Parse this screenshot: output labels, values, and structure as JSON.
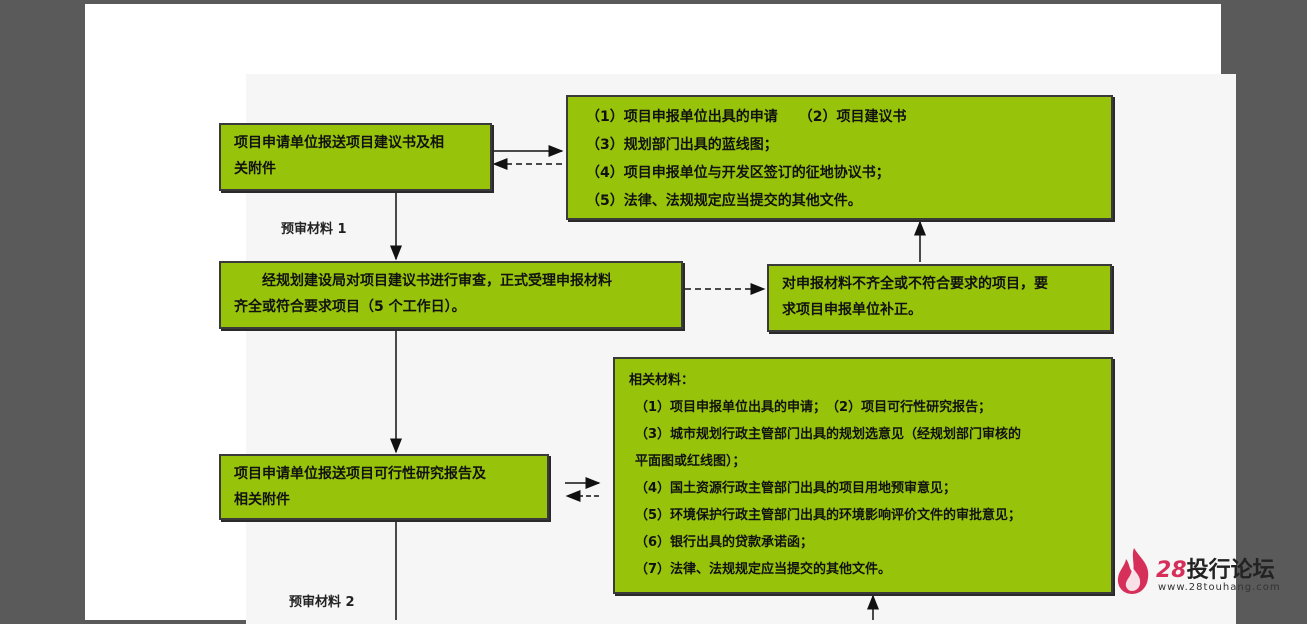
{
  "boxes": {
    "submit_proposal": {
      "lines": [
        "项目申请单位报送项目建议书及相",
        "关附件"
      ]
    },
    "required_docs_1": {
      "lines": [
        "（1）项目申报单位出具的申请　　（2）项目建议书",
        "（3）规划部门出具的蓝线图；",
        "（4）项目申报单位与开发区签订的征地协议书；",
        "（5）法律、法规规定应当提交的其他文件。"
      ]
    },
    "review": {
      "lines": [
        "　　经规划建设局对项目建议书进行审查，正式受理申报材料",
        "齐全或符合要求项目（5 个工作日）。"
      ]
    },
    "correction": {
      "lines": [
        "对申报材料不齐全或不符合要求的项目，要",
        "求项目申报单位补正。"
      ]
    },
    "submit_feasibility": {
      "lines": [
        "项目申请单位报送项目可行性研究报告及",
        "相关附件"
      ]
    },
    "required_docs_2": {
      "title": "相关材料：",
      "lines": [
        "（1）项目申报单位出具的申请；　（2）项目可行性研究报告；",
        "（3）城市规划行政主管部门出具的规划选意见（经规划部门审核的",
        "平面图或红线图）；",
        "（4）国土资源行政主管部门出具的项目用地预审意见；",
        "（5）环境保护行政主管部门出具的环境影响评价文件的审批意见；",
        "（6）银行出具的贷款承诺函；",
        "（7）法律、法规规定应当提交的其他文件。"
      ]
    }
  },
  "labels": {
    "pre_review_1": "预审材料 1",
    "pre_review_2": "预审材料 2"
  },
  "watermark": {
    "number": "28",
    "name": "投行论坛",
    "url": "www.28touhang.com",
    "brand_color": "#d6305a"
  },
  "colors": {
    "box_fill": "#97c30a",
    "page_bg": "#5a5a5a"
  }
}
